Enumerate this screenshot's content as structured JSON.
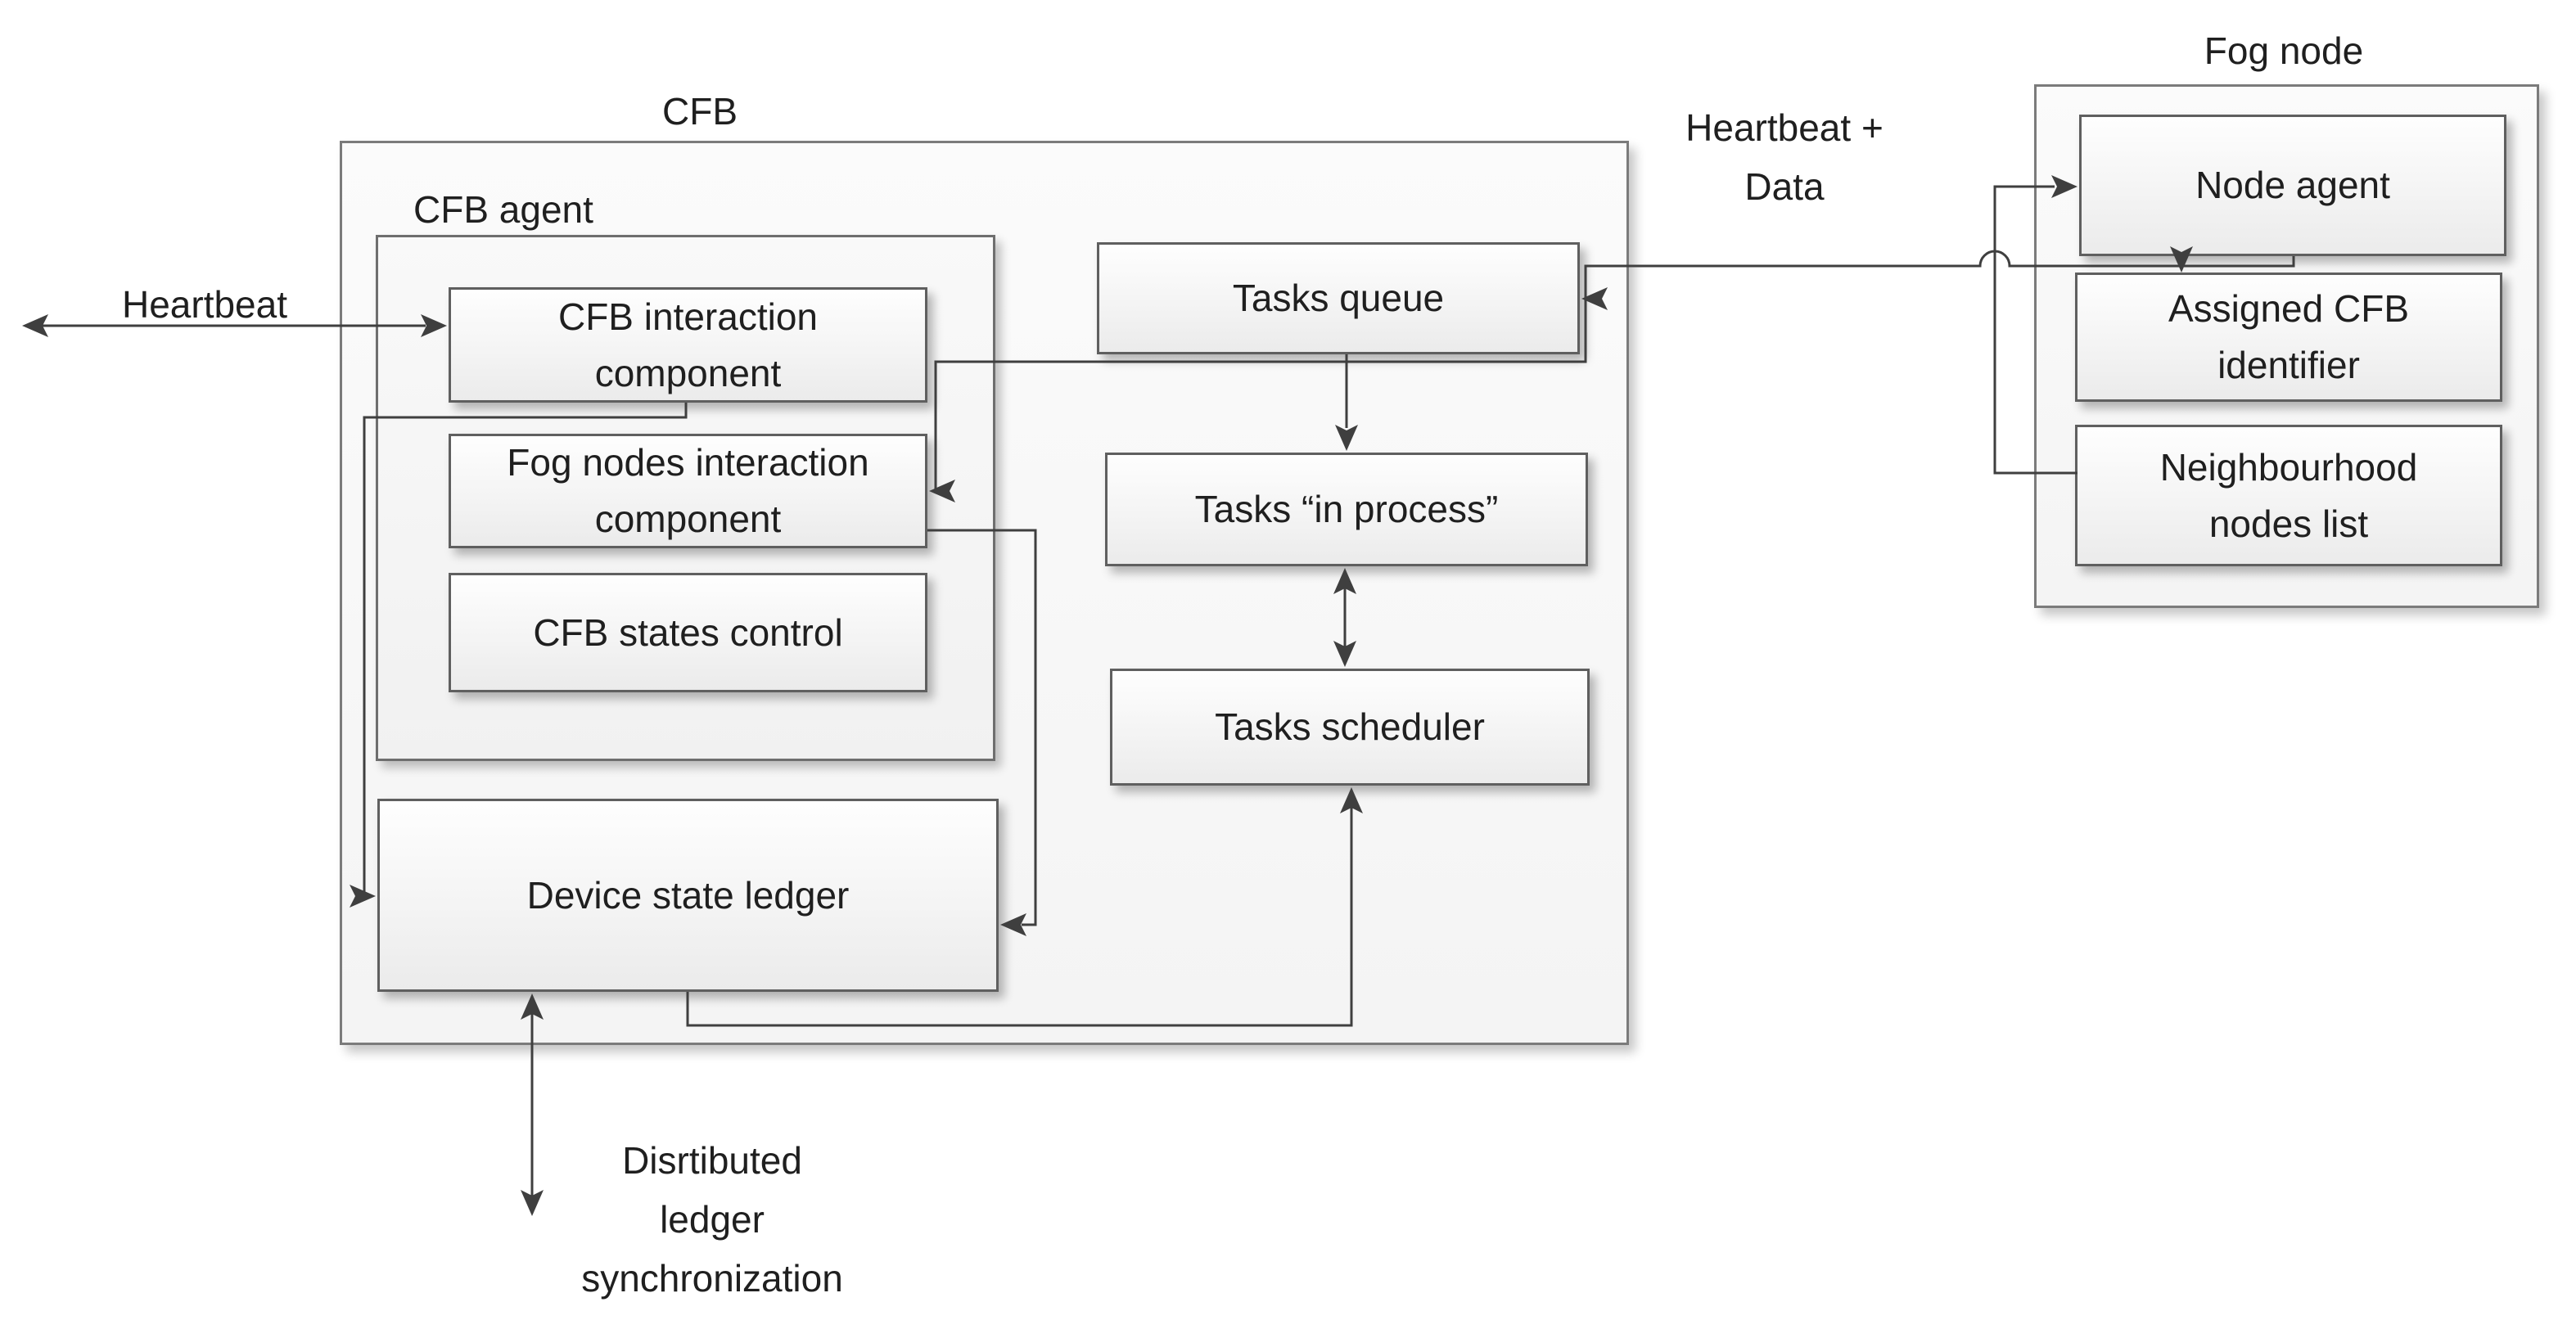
{
  "palette": {
    "background": "#ffffff",
    "box_fill_top": "#fefefe",
    "box_fill_bottom": "#ebebeb",
    "inner_box_border": "#5f5f5f",
    "container_border": "#7b7b7b",
    "connector": "#3f3f3f",
    "text": "#1f1f1f"
  },
  "cfb": {
    "title": "CFB",
    "agent_label": "CFB agent",
    "interaction_component": "CFB interaction component",
    "fog_nodes_interaction_component": "Fog nodes interaction component",
    "states_control": "CFB states control",
    "device_state_ledger": "Device state ledger"
  },
  "tasks": {
    "queue": "Tasks queue",
    "in_process": "Tasks “in process”",
    "scheduler": "Tasks scheduler"
  },
  "fog_node": {
    "title": "Fog node",
    "node_agent": "Node agent",
    "assigned_cfb_identifier": "Assigned CFB identifier",
    "neighbourhood_nodes_list": "Neighbourhood nodes list"
  },
  "annotations": {
    "heartbeat": "Heartbeat",
    "heartbeat_data": {
      "line1": "Heartbeat +",
      "line2": "Data"
    },
    "ledger_sync": {
      "line1": "Disrtibuted",
      "line2": "ledger",
      "line3": "synchronization"
    }
  }
}
